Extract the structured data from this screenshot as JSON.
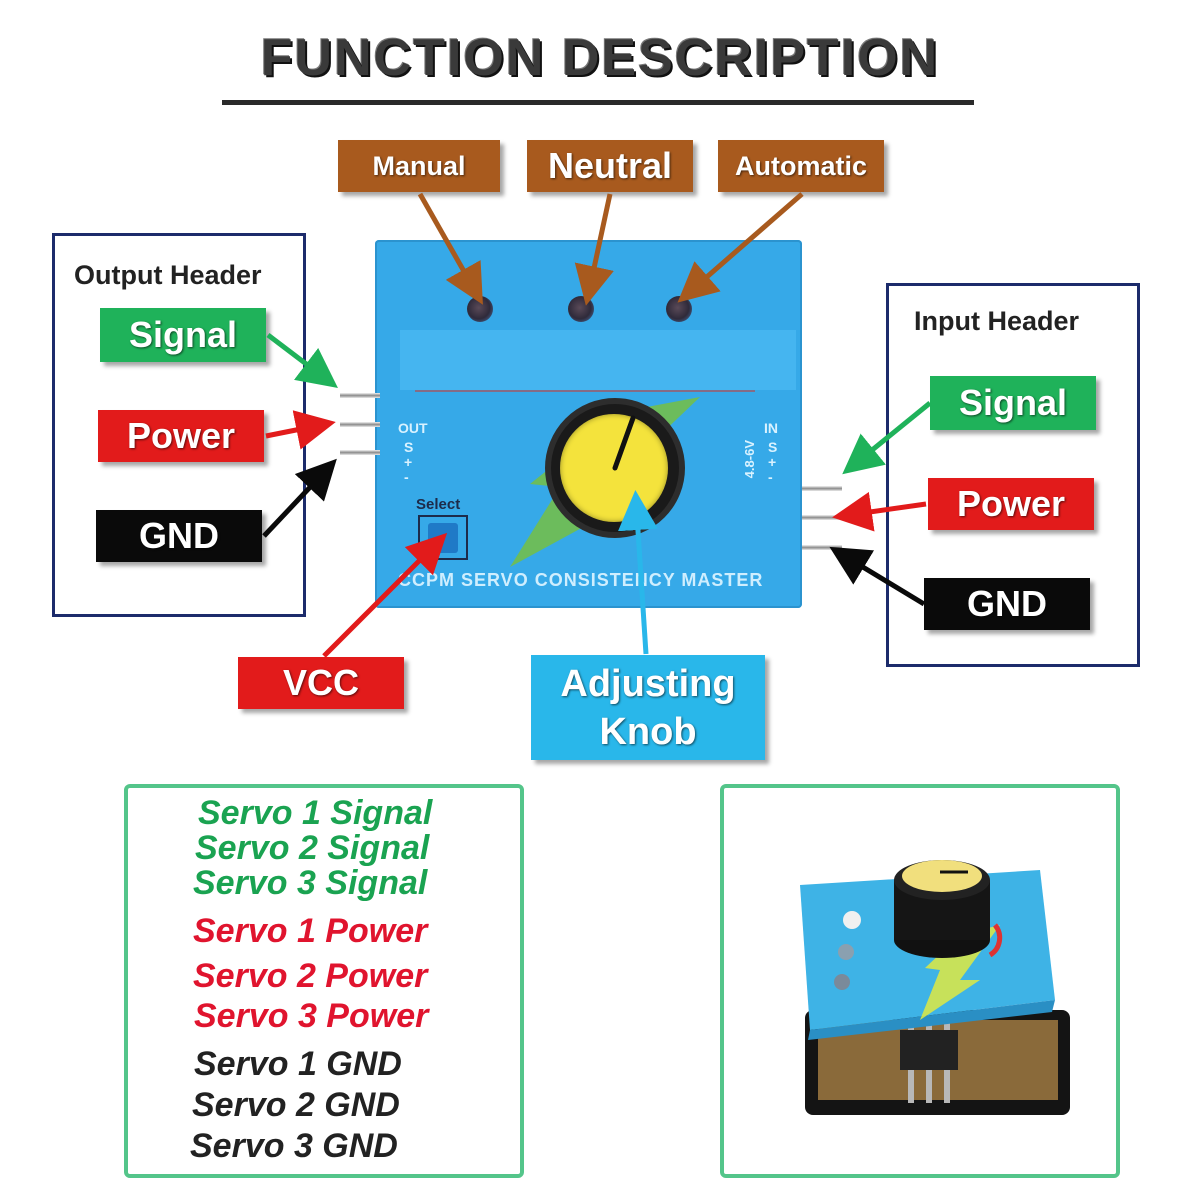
{
  "title": "FUNCTION DESCRIPTION",
  "mode_labels": {
    "manual": "Manual",
    "neutral": "Neutral",
    "automatic": "Automatic"
  },
  "output_header": {
    "title": "Output Header",
    "signal": "Signal",
    "power": "Power",
    "gnd": "GND"
  },
  "input_header": {
    "title": "Input Header",
    "signal": "Signal",
    "power": "Power",
    "gnd": "GND"
  },
  "vcc": "VCC",
  "knob": {
    "line1": "Adjusting",
    "line2": "Knob"
  },
  "board": {
    "out": "OUT",
    "in": "IN",
    "voltage": "4.8-6V",
    "select": "Select",
    "name": "CCPM SERVO CONSISTENCY MASTER",
    "s": "S",
    "plus": "+",
    "minus": "-"
  },
  "servo_lines": {
    "signal": [
      "Servo 1 Signal",
      "Servo 2 Signal",
      "Servo 3 Signal"
    ],
    "power": [
      "Servo 1 Power",
      "Servo 2 Power",
      "Servo 3 Power"
    ],
    "gnd": [
      "Servo 1 GND",
      "Servo 2 GND",
      "Servo 3 GND"
    ]
  },
  "colors": {
    "brown": "#a85a1e",
    "green": "#1fb25a",
    "red": "#e21b1b",
    "black": "#0a0a0a",
    "cyan": "#29b7ea",
    "board": "#36a9e8"
  }
}
